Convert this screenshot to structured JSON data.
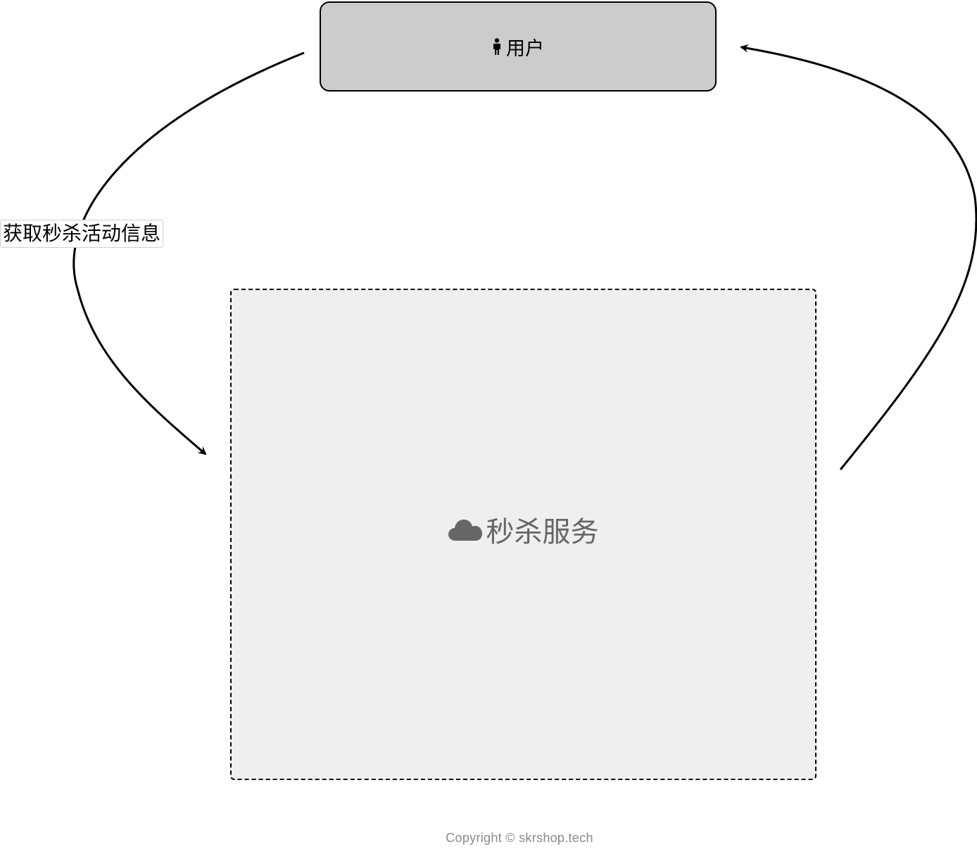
{
  "diagram": {
    "nodes": {
      "user": {
        "label": "用户",
        "icon": "person-icon",
        "fill": "#cccccc",
        "stroke": "#000000"
      },
      "service": {
        "label": "秒杀服务",
        "icon": "cloud-icon",
        "fill": "#efefef",
        "stroke": "#000000",
        "text_color": "#666666",
        "border_style": "dashed"
      }
    },
    "edges": [
      {
        "from": "user",
        "to": "service",
        "label": "获取秒杀活动信息"
      },
      {
        "from": "service",
        "to": "user",
        "label": ""
      }
    ]
  },
  "footer": {
    "copyright": "Copyright © skrshop.tech"
  }
}
